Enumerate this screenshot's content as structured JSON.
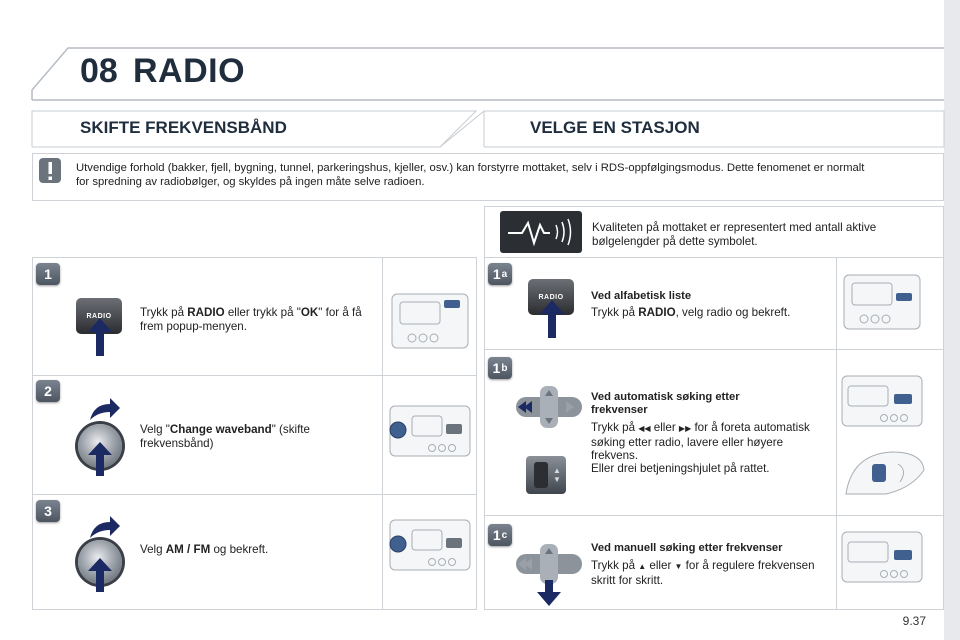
{
  "header": {
    "chapter_number": "08",
    "chapter_title": "RADIO"
  },
  "sections": {
    "left_title": "SKIFTE FREKVENSBÅND",
    "right_title": "VELGE EN STASJON"
  },
  "warning": {
    "text": "Utvendige forhold (bakker, fjell, bygning, tunnel, parkeringshus, kjeller, osv.) kan forstyrre mottaket, selv i RDS-oppfølgingsmodus. Dette fenomenet er normalt for spredning av radiobølger, og skyldes på ingen måte selve radioen."
  },
  "left_steps": [
    {
      "badge": "1",
      "pre": "Trykk på ",
      "b1": "RADIO",
      "mid": " eller trykk på \"",
      "b2": "OK",
      "post": "\" for å få frem popup-menyen.",
      "button_label": "RADIO"
    },
    {
      "badge": "2",
      "pre": "Velg \"",
      "b1": "Change waveband",
      "post": "\" (skifte frekvensbånd)"
    },
    {
      "badge": "3",
      "pre": "Velg ",
      "b1": "AM / FM",
      "post": " og bekreft."
    }
  ],
  "reception": {
    "text": "Kvaliteten på mottaket er representert med antall aktive bølgelengder på dette symbolet."
  },
  "right_steps": [
    {
      "badge": "1",
      "sub": "a",
      "heading": "Ved alfabetisk liste",
      "pre": "Trykk på ",
      "b1": "RADIO",
      "post": ", velg radio og bekreft.",
      "button_label": "RADIO"
    },
    {
      "badge": "1",
      "sub": "b",
      "heading": "Ved automatisk søking etter frekvenser",
      "pre": "Trykk på ",
      "g1": "◀◀",
      "mid": "  eller  ",
      "g2": "▶▶",
      "post": "  for å foreta automatisk søking etter radio, lavere eller høyere frekvens.",
      "extra": "Eller drei betjeningshjulet på rattet."
    },
    {
      "badge": "1",
      "sub": "c",
      "heading": "Ved manuell søking etter frekvenser",
      "pre": "Trykk på ",
      "g1": "▲",
      "mid": "  eller  ",
      "g2": "▼",
      "post": "  for å regulere frekvensen skritt for skritt."
    }
  ],
  "footer": {
    "page_number": "9.37"
  }
}
